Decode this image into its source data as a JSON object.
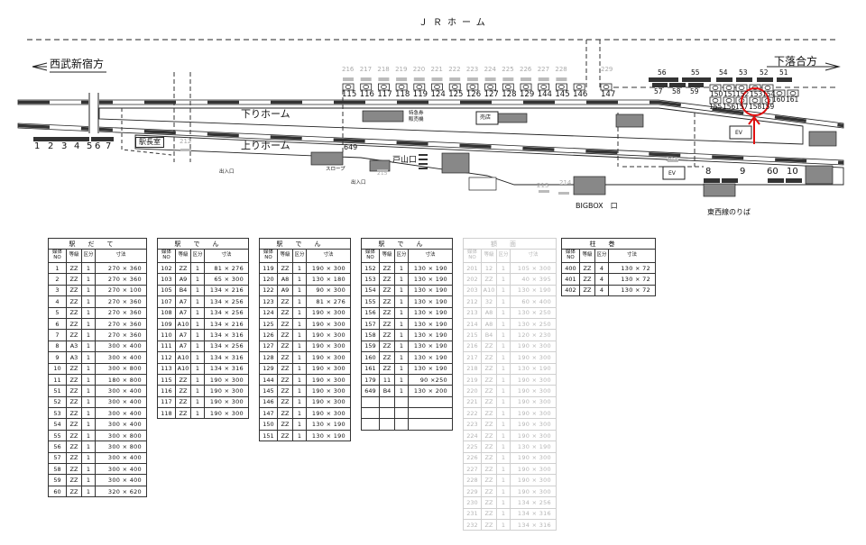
{
  "header": {
    "jr_platform": "ＪＲホーム"
  },
  "directions": {
    "left": "西武新宿方",
    "right": "下落合方"
  },
  "platforms": {
    "down": "下りホーム",
    "up": "上りホーム"
  },
  "places": {
    "station_master": "駅長室",
    "ticket_machine_1": "特急券",
    "ticket_machine_2": "販売機",
    "kiosk": "売店",
    "toyama_exit": "戸山口",
    "slope": "スロープ",
    "entrance_1": "出入口",
    "entrance_2": "出入口",
    "bigbox": "BIGBOX　口",
    "tozai_line": "東西線のりば",
    "ev_1": "EV",
    "ev_2": "EV"
  },
  "map_numbers": {
    "left_strip": [
      "1",
      "2",
      "3",
      "4",
      "5",
      "6",
      "7"
    ],
    "upper_row": [
      "115",
      "116",
      "117",
      "118",
      "119",
      "124",
      "125",
      "126",
      "127",
      "128",
      "129",
      "144",
      "145",
      "146"
    ],
    "upper_147": "147",
    "gray_row": [
      "216",
      "217",
      "218",
      "219",
      "220",
      "221",
      "222",
      "223",
      "224",
      "225",
      "226",
      "227",
      "228"
    ],
    "gray_229": "229",
    "right_big": [
      "56",
      "55",
      "54",
      "53",
      "52",
      "51"
    ],
    "right_mid": [
      "57",
      "58",
      "59"
    ],
    "right_box_row1": [
      "150",
      "151",
      "152",
      "153",
      "154"
    ],
    "right_box_row1b": [
      "160",
      "161"
    ],
    "right_box_row2": [
      "155",
      "156",
      "157",
      "158",
      "159"
    ],
    "lower_right": [
      "8",
      "9",
      "60",
      "10"
    ],
    "n649": "649",
    "g212": "212",
    "g213": "213",
    "g214": "214",
    "g215": "215",
    "g203": "203"
  },
  "highlight_color": "#e01010",
  "table_headers": {
    "no": "媒体NO",
    "grade": "等級",
    "kubun": "区分",
    "size": "寸法"
  },
  "tables": [
    {
      "title": "駅だて",
      "muted": false,
      "rows": [
        [
          "1",
          "ZZ",
          "1",
          "270 × 360"
        ],
        [
          "2",
          "ZZ",
          "1",
          "270 × 360"
        ],
        [
          "3",
          "ZZ",
          "1",
          "270 × 100"
        ],
        [
          "4",
          "ZZ",
          "1",
          "270 × 360"
        ],
        [
          "5",
          "ZZ",
          "1",
          "270 × 360"
        ],
        [
          "6",
          "ZZ",
          "1",
          "270 × 360"
        ],
        [
          "7",
          "ZZ",
          "1",
          "270 × 360"
        ],
        [
          "8",
          "A3",
          "1",
          "300 × 400"
        ],
        [
          "9",
          "A3",
          "1",
          "300 × 400"
        ],
        [
          "10",
          "ZZ",
          "1",
          "300 × 800"
        ],
        [
          "11",
          "ZZ",
          "1",
          "180 × 800"
        ],
        [
          "51",
          "ZZ",
          "1",
          "300 × 400"
        ],
        [
          "52",
          "ZZ",
          "1",
          "300 × 400"
        ],
        [
          "53",
          "ZZ",
          "1",
          "300 × 400"
        ],
        [
          "54",
          "ZZ",
          "1",
          "300 × 400"
        ],
        [
          "55",
          "ZZ",
          "1",
          "300 × 800"
        ],
        [
          "56",
          "ZZ",
          "1",
          "300 × 800"
        ],
        [
          "57",
          "ZZ",
          "1",
          "300 × 400"
        ],
        [
          "58",
          "ZZ",
          "1",
          "300 × 400"
        ],
        [
          "59",
          "ZZ",
          "1",
          "300 × 400"
        ],
        [
          "60",
          "ZZ",
          "1",
          "320 × 620"
        ]
      ]
    },
    {
      "title": "駅でん",
      "muted": false,
      "rows": [
        [
          "102",
          "ZZ",
          "1",
          "81 × 276"
        ],
        [
          "103",
          "A9",
          "1",
          "65 × 300"
        ],
        [
          "105",
          "B4",
          "1",
          "134 × 216"
        ],
        [
          "107",
          "A7",
          "1",
          "134 × 256"
        ],
        [
          "108",
          "A7",
          "1",
          "134 × 256"
        ],
        [
          "109",
          "A10",
          "1",
          "134 × 216"
        ],
        [
          "110",
          "A7",
          "1",
          "134 × 316"
        ],
        [
          "111",
          "A7",
          "1",
          "134 × 256"
        ],
        [
          "112",
          "A10",
          "1",
          "134 × 316"
        ],
        [
          "113",
          "A10",
          "1",
          "134 × 316"
        ],
        [
          "115",
          "ZZ",
          "1",
          "190 × 300"
        ],
        [
          "116",
          "ZZ",
          "1",
          "190 × 300"
        ],
        [
          "117",
          "ZZ",
          "1",
          "190 × 300"
        ],
        [
          "118",
          "ZZ",
          "1",
          "190 × 300"
        ]
      ]
    },
    {
      "title": "駅でん",
      "muted": false,
      "rows": [
        [
          "119",
          "ZZ",
          "1",
          "190 × 300"
        ],
        [
          "120",
          "A8",
          "1",
          "130 × 180"
        ],
        [
          "122",
          "A9",
          "1",
          "90 × 300"
        ],
        [
          "123",
          "ZZ",
          "1",
          "81 × 276"
        ],
        [
          "124",
          "ZZ",
          "1",
          "190 × 300"
        ],
        [
          "125",
          "ZZ",
          "1",
          "190 × 300"
        ],
        [
          "126",
          "ZZ",
          "1",
          "190 × 300"
        ],
        [
          "127",
          "ZZ",
          "1",
          "190 × 300"
        ],
        [
          "128",
          "ZZ",
          "1",
          "190 × 300"
        ],
        [
          "129",
          "ZZ",
          "1",
          "190 × 300"
        ],
        [
          "144",
          "ZZ",
          "1",
          "190 × 300"
        ],
        [
          "145",
          "ZZ",
          "1",
          "190 × 300"
        ],
        [
          "146",
          "ZZ",
          "1",
          "190 × 300"
        ],
        [
          "147",
          "ZZ",
          "1",
          "190 × 300"
        ],
        [
          "150",
          "ZZ",
          "1",
          "130 × 190"
        ],
        [
          "151",
          "ZZ",
          "1",
          "130 × 190"
        ]
      ]
    },
    {
      "title": "駅でん",
      "muted": false,
      "rows": [
        [
          "152",
          "ZZ",
          "1",
          "130 × 190"
        ],
        [
          "153",
          "ZZ",
          "1",
          "130 × 190"
        ],
        [
          "154",
          "ZZ",
          "1",
          "130 × 190"
        ],
        [
          "155",
          "ZZ",
          "1",
          "130 × 190"
        ],
        [
          "156",
          "ZZ",
          "1",
          "130 × 190"
        ],
        [
          "157",
          "ZZ",
          "1",
          "130 × 190"
        ],
        [
          "158",
          "ZZ",
          "1",
          "130 × 190"
        ],
        [
          "159",
          "ZZ",
          "1",
          "130 × 190"
        ],
        [
          "160",
          "ZZ",
          "1",
          "130 × 190"
        ],
        [
          "161",
          "ZZ",
          "1",
          "130 × 190"
        ],
        [
          "179",
          "11",
          "1",
          "90 ×250"
        ],
        [
          "649",
          "B4",
          "1",
          "130 × 200"
        ],
        [
          "",
          "",
          "",
          ""
        ],
        [
          "",
          "",
          "",
          ""
        ],
        [
          "",
          "",
          "",
          ""
        ]
      ]
    },
    {
      "title": "額面",
      "muted": true,
      "rows": [
        [
          "201",
          "12",
          "1",
          "105 × 300"
        ],
        [
          "202",
          "ZZ",
          "1",
          "40 × 395"
        ],
        [
          "203",
          "A10",
          "1",
          "130 × 190"
        ],
        [
          "212",
          "32",
          "1",
          "60 × 400"
        ],
        [
          "213",
          "A8",
          "1",
          "130 × 250"
        ],
        [
          "214",
          "A8",
          "1",
          "130 × 250"
        ],
        [
          "215",
          "B4",
          "1",
          "120 × 230"
        ],
        [
          "216",
          "ZZ",
          "1",
          "190 × 300"
        ],
        [
          "217",
          "ZZ",
          "1",
          "190 × 300"
        ],
        [
          "218",
          "ZZ",
          "1",
          "130 × 190"
        ],
        [
          "219",
          "ZZ",
          "1",
          "190 × 300"
        ],
        [
          "220",
          "ZZ",
          "1",
          "190 × 300"
        ],
        [
          "221",
          "ZZ",
          "1",
          "190 × 300"
        ],
        [
          "222",
          "ZZ",
          "1",
          "190 × 300"
        ],
        [
          "223",
          "ZZ",
          "1",
          "190 × 300"
        ],
        [
          "224",
          "ZZ",
          "1",
          "190 × 300"
        ],
        [
          "225",
          "ZZ",
          "1",
          "130 × 190"
        ],
        [
          "226",
          "ZZ",
          "1",
          "190 × 300"
        ],
        [
          "227",
          "ZZ",
          "1",
          "190 × 300"
        ],
        [
          "228",
          "ZZ",
          "1",
          "190 × 300"
        ],
        [
          "229",
          "ZZ",
          "1",
          "190 × 300"
        ],
        [
          "230",
          "ZZ",
          "1",
          "134 × 256"
        ],
        [
          "231",
          "ZZ",
          "1",
          "134 × 316"
        ],
        [
          "232",
          "ZZ",
          "1",
          "134 × 316"
        ]
      ]
    },
    {
      "title": "柱巻",
      "muted": false,
      "rows": [
        [
          "400",
          "ZZ",
          "4",
          "130 × 72"
        ],
        [
          "401",
          "ZZ",
          "4",
          "130 × 72"
        ],
        [
          "402",
          "ZZ",
          "4",
          "130 × 72"
        ]
      ]
    }
  ]
}
